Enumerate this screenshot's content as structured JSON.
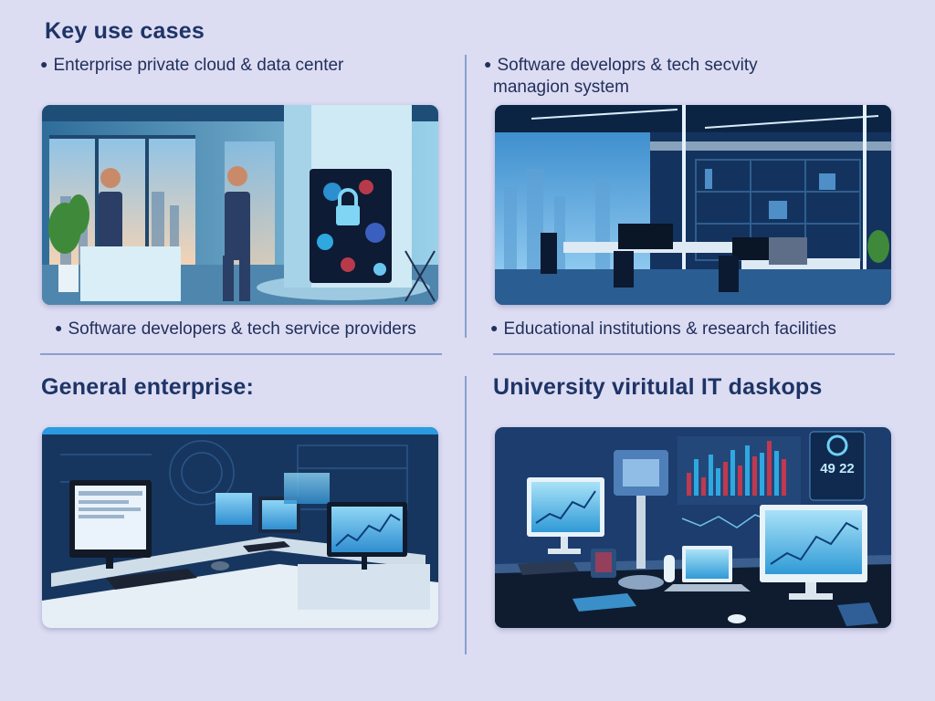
{
  "title": "Key use cases",
  "quadrants": {
    "top_left": {
      "caption": "Enterprise private cloud & data center",
      "bullet": "Software developers & tech service providers"
    },
    "top_right": {
      "caption_line1": "Software developrs & tech secvity",
      "caption_line2": "managion system",
      "bullet": "Educational institutions & research facilities"
    },
    "bottom_left": {
      "heading": "General enterprise:"
    },
    "bottom_right": {
      "heading": "University viritulal IT daskops",
      "display_readout": "49 22"
    }
  },
  "colors": {
    "background": "#dcdcf3",
    "heading": "#1e3466",
    "divider": "#8aa0cc",
    "accent": "#2fa8e0"
  }
}
